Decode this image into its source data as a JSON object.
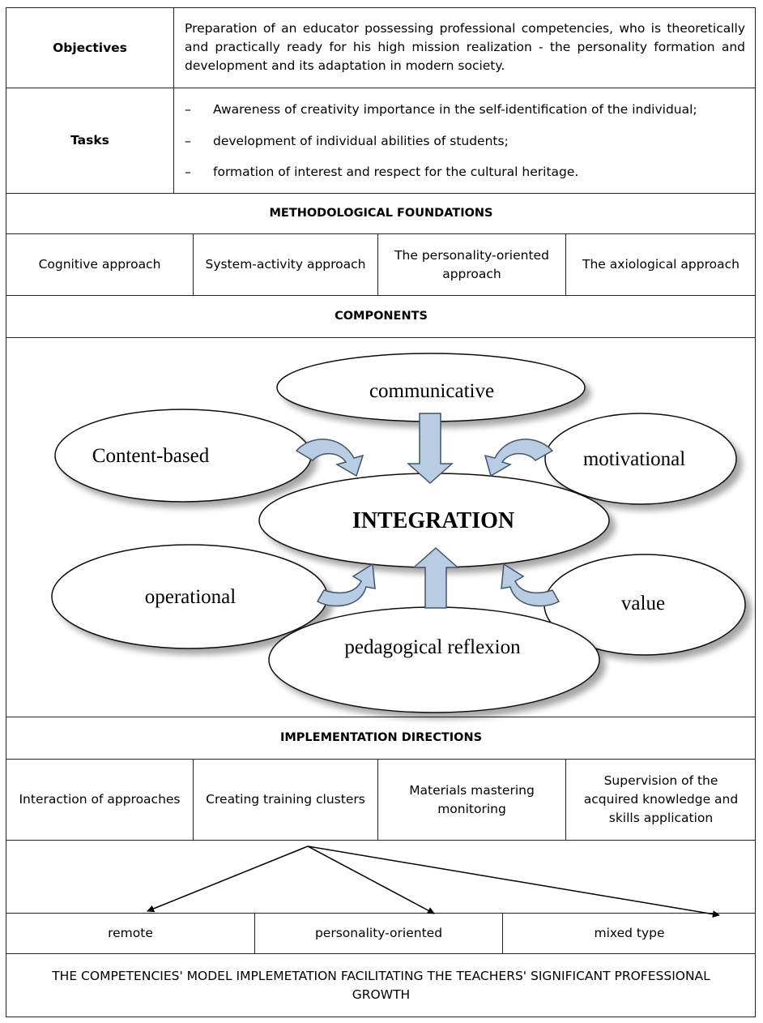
{
  "objectives": {
    "label": "Objectives",
    "text": "Preparation of an educator possessing professional competencies, who is theoretically and practically ready for his high mission realization - the personality formation and development and its adaptation in modern society."
  },
  "tasks": {
    "label": "Tasks",
    "items": [
      "Awareness of creativity importance in the self-identification of the individual;",
      "development of individual abilities of students;",
      "formation of interest and respect for the cultural heritage."
    ]
  },
  "methodological_foundations": {
    "title": "METHODOLOGICAL FOUNDATIONS",
    "approaches": [
      "Cognitive approach",
      "System-activity approach",
      "The personality-oriented approach",
      "The axiological approach"
    ]
  },
  "components": {
    "title": "COMPONENTS",
    "center": "INTEGRATION",
    "nodes": {
      "communicative": "communicative",
      "content_based": "Content-based",
      "motivational": "motivational",
      "operational": "operational",
      "value": "value",
      "pedagogical_reflexion": "pedagogical reflexion"
    }
  },
  "implementation_directions": {
    "title": "IMPLEMENTATION DIRECTIONS",
    "items": [
      "Interaction of approaches",
      "Creating training clusters",
      "Materials mastering monitoring",
      "Supervision of the acquired knowledge and skills application"
    ]
  },
  "forms": [
    "remote",
    "personality-oriented",
    "mixed type"
  ],
  "conclusion": "THE COMPETENCIES' MODEL IMPLEMETATION FACILITATING THE TEACHERS' SIGNIFICANT PROFESSIONAL GROWTH",
  "colors": {
    "arrow_fill": "#b8cce4",
    "arrow_stroke": "#44546a",
    "border": "#222222"
  }
}
